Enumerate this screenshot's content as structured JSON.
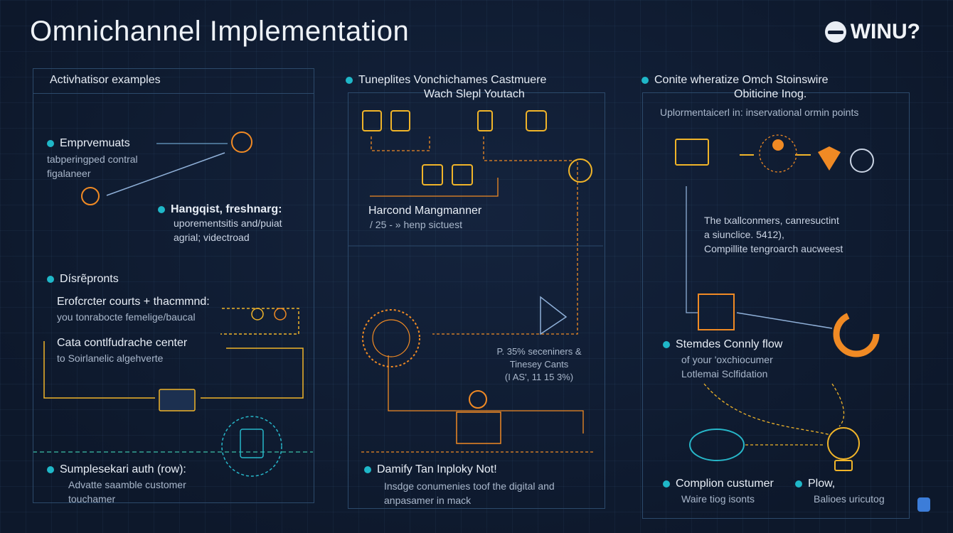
{
  "title": "Omnichannel Implementation",
  "logo_text": "WINU?",
  "col1": {
    "header": "Activhatisor examples",
    "item1": {
      "title": "Emprvemuats",
      "lines": [
        "tabperingped contral",
        "figalaneer"
      ]
    },
    "item2": {
      "title": "Hangqist, freshnarg:",
      "lines": [
        "uporementsitis and/puiat",
        "agrial; videctroad"
      ]
    },
    "item3": {
      "title": "Dísrẽpronts"
    },
    "item4": {
      "title": "Erofcrcter courts + thacmmnd:",
      "line": "you tonrabocte femelige/baucal"
    },
    "item5": {
      "title": "Cata contlfudrache center",
      "line": "to Soirlanelic algehverte"
    },
    "item6": {
      "title": "Sumplesekari auth (row):",
      "lines": [
        "Advatte saamble customer",
        "touchamer"
      ]
    }
  },
  "col2": {
    "header": "Tuneplites Vonchichames Castmuere",
    "subheader": "Wach Slepl Youtach",
    "mid_title": "Harcond Mangmanner",
    "mid_line": "/ 25 - » henp sictuest",
    "stat1": "P. 35% seceniners &",
    "stat2": "Tinesey Cants",
    "stat3": "(I AS', 11 15 3%)",
    "bottom_title": "Damify Tan Inploky Not!",
    "bottom_lines": [
      "Insdge conumenies toof the digital and",
      "anpasamer in mack"
    ]
  },
  "col3": {
    "header": "Conite wheratize Omch Stoinswire",
    "subheader": "Obiticine Inog.",
    "intro": "Uplormentaicerl in: inservational ormin points",
    "mid_lines": [
      "The txallconmers, canresuctint",
      "a siunclice. 5412),",
      "Compillite tengroarch aucweest"
    ],
    "flow_title": "Stemdes Connly flow",
    "flow_lines": [
      "of your 'oxchiocumer",
      "Lotlemai Sclfidation"
    ],
    "bottom_left_title": "Complion custumer",
    "bottom_left_line": "Waire tiog isonts",
    "bottom_right_title": "Plow,",
    "bottom_right_line": "Balioes uricutog"
  },
  "colors": {
    "accent_cyan": "#27b7c9",
    "accent_yellow": "#f0b429",
    "accent_orange": "#f08a24",
    "panel_border": "#2c4a6b"
  }
}
